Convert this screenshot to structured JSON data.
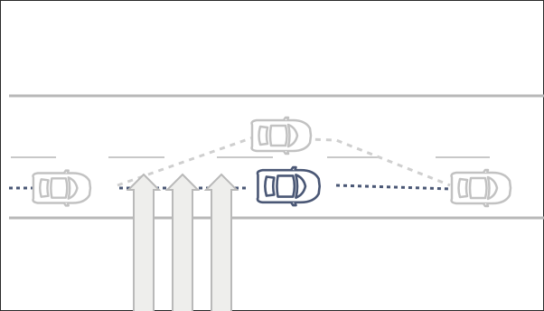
{
  "colors": {
    "background": "#ffffff",
    "frame": "#2a2a2a",
    "road_edge": "#b8b8b8",
    "lane_dash": "#c8c8c8",
    "ghost_car": "#c2c2c2",
    "ego_car": "#4a5775",
    "ego_path": "#4a5775",
    "alt_path": "#cfcfcf",
    "arrow_fill": "#eeeeec",
    "arrow_stroke": "#b9b9b9"
  },
  "cars": [
    {
      "id": "car-rear-left",
      "role": "ghost"
    },
    {
      "id": "car-lane-change",
      "role": "ghost"
    },
    {
      "id": "car-ego",
      "role": "ego"
    },
    {
      "id": "car-front-right",
      "role": "ghost"
    }
  ],
  "arrows": [
    {
      "id": "crossing-arrow-1"
    },
    {
      "id": "crossing-arrow-2"
    },
    {
      "id": "crossing-arrow-3"
    }
  ]
}
